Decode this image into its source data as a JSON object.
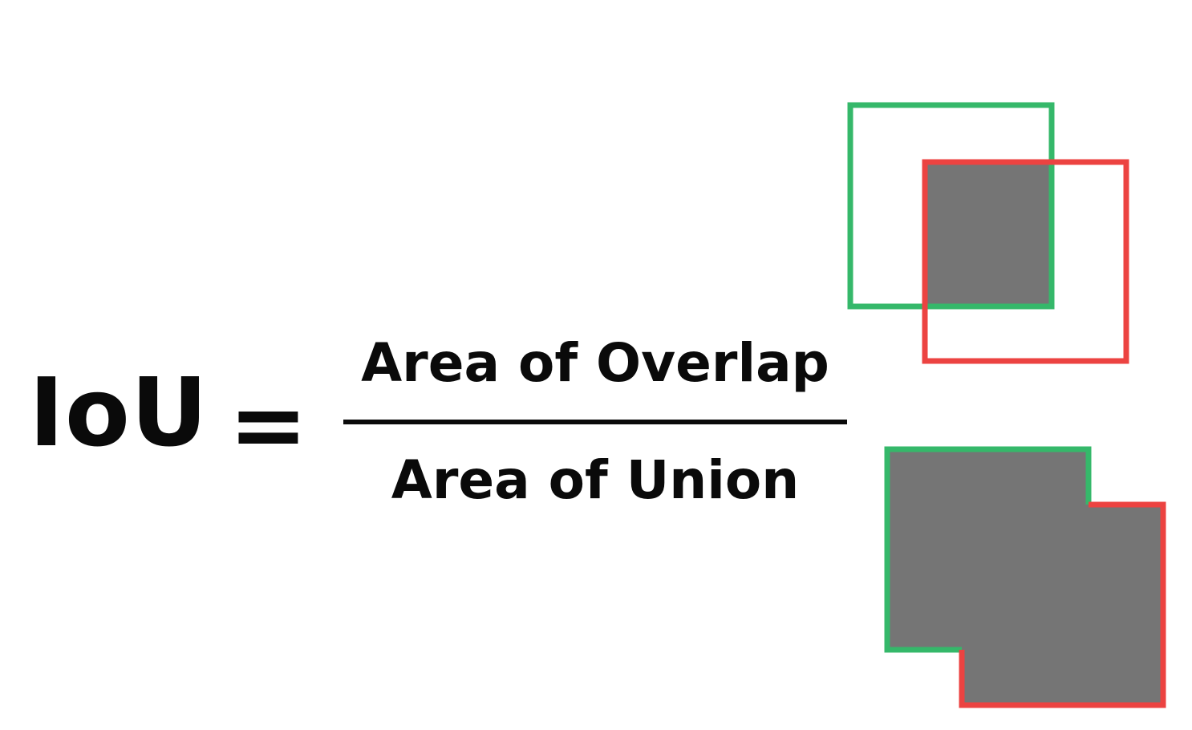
{
  "equation": {
    "lhs": "IoU",
    "equals": "=",
    "numerator": "Area of Overlap",
    "denominator": "Area of Union"
  },
  "colors": {
    "box_a": "#35b86a",
    "box_b": "#ec4341",
    "fill": "#757575",
    "text": "#0a0a0a"
  }
}
